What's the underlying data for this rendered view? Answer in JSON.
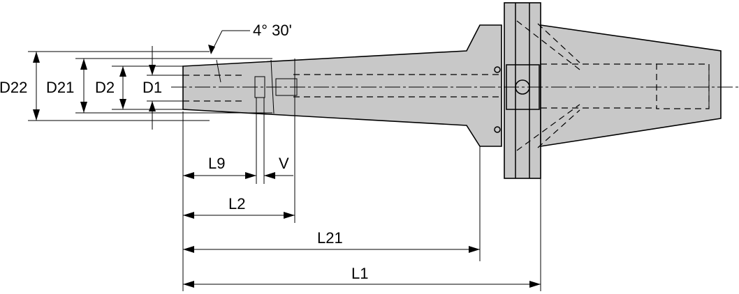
{
  "diagram": {
    "labels": {
      "angle": "4° 30'",
      "d22": "D22",
      "d21": "D21",
      "d2": "D2",
      "d1": "D1",
      "l9": "L9",
      "v": "V",
      "l2": "L2",
      "l21": "L21",
      "l1": "L1"
    }
  }
}
